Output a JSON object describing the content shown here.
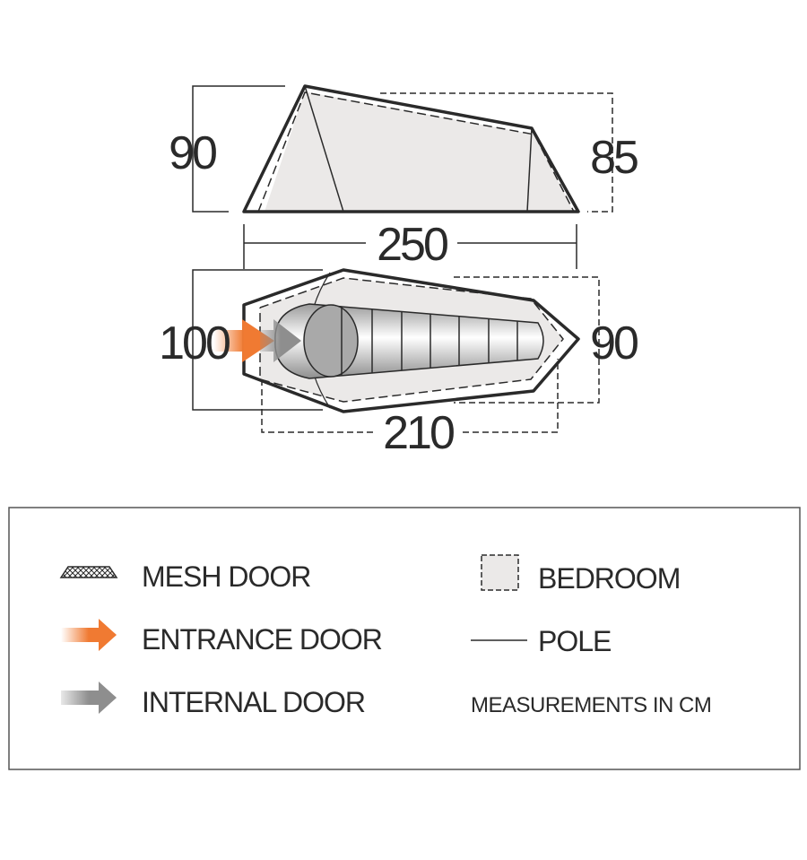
{
  "side_view": {
    "height_front": "90",
    "height_rear": "85",
    "length": "250"
  },
  "top_view": {
    "width_front": "100",
    "width_rear": "90",
    "inner_length": "210"
  },
  "legend": {
    "mesh_door": "MESH DOOR",
    "entrance_door": "ENTRANCE DOOR",
    "internal_door": "INTERNAL DOOR",
    "bedroom": "BEDROOM",
    "pole": "POLE",
    "note": "MEASUREMENTS IN CM"
  },
  "colors": {
    "entrance_arrow": "#f07a32",
    "internal_arrow": "#8e8e8e",
    "bedroom_fill": "#ebe9e8",
    "outline": "#2a2a2a"
  }
}
